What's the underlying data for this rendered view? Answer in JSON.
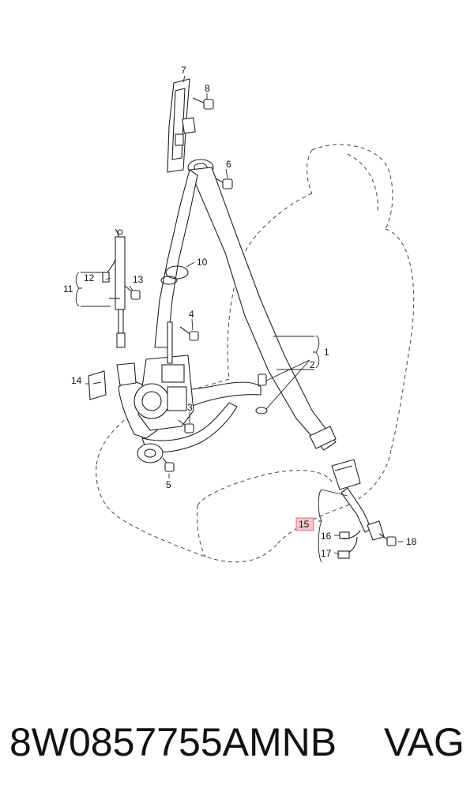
{
  "diagram": {
    "callouts": [
      "1",
      "2",
      "3",
      "4",
      "5",
      "6",
      "7",
      "8",
      "10",
      "11",
      "12",
      "13",
      "14",
      "15",
      "16",
      "17",
      "18"
    ],
    "highlighted_callout": "15",
    "highlight_color": "#f4c6cc",
    "highlight_border": "#d9777f",
    "line_color": "#222222"
  },
  "footer": {
    "part_number": "8W0857755AMNB",
    "brand": "VAG"
  }
}
